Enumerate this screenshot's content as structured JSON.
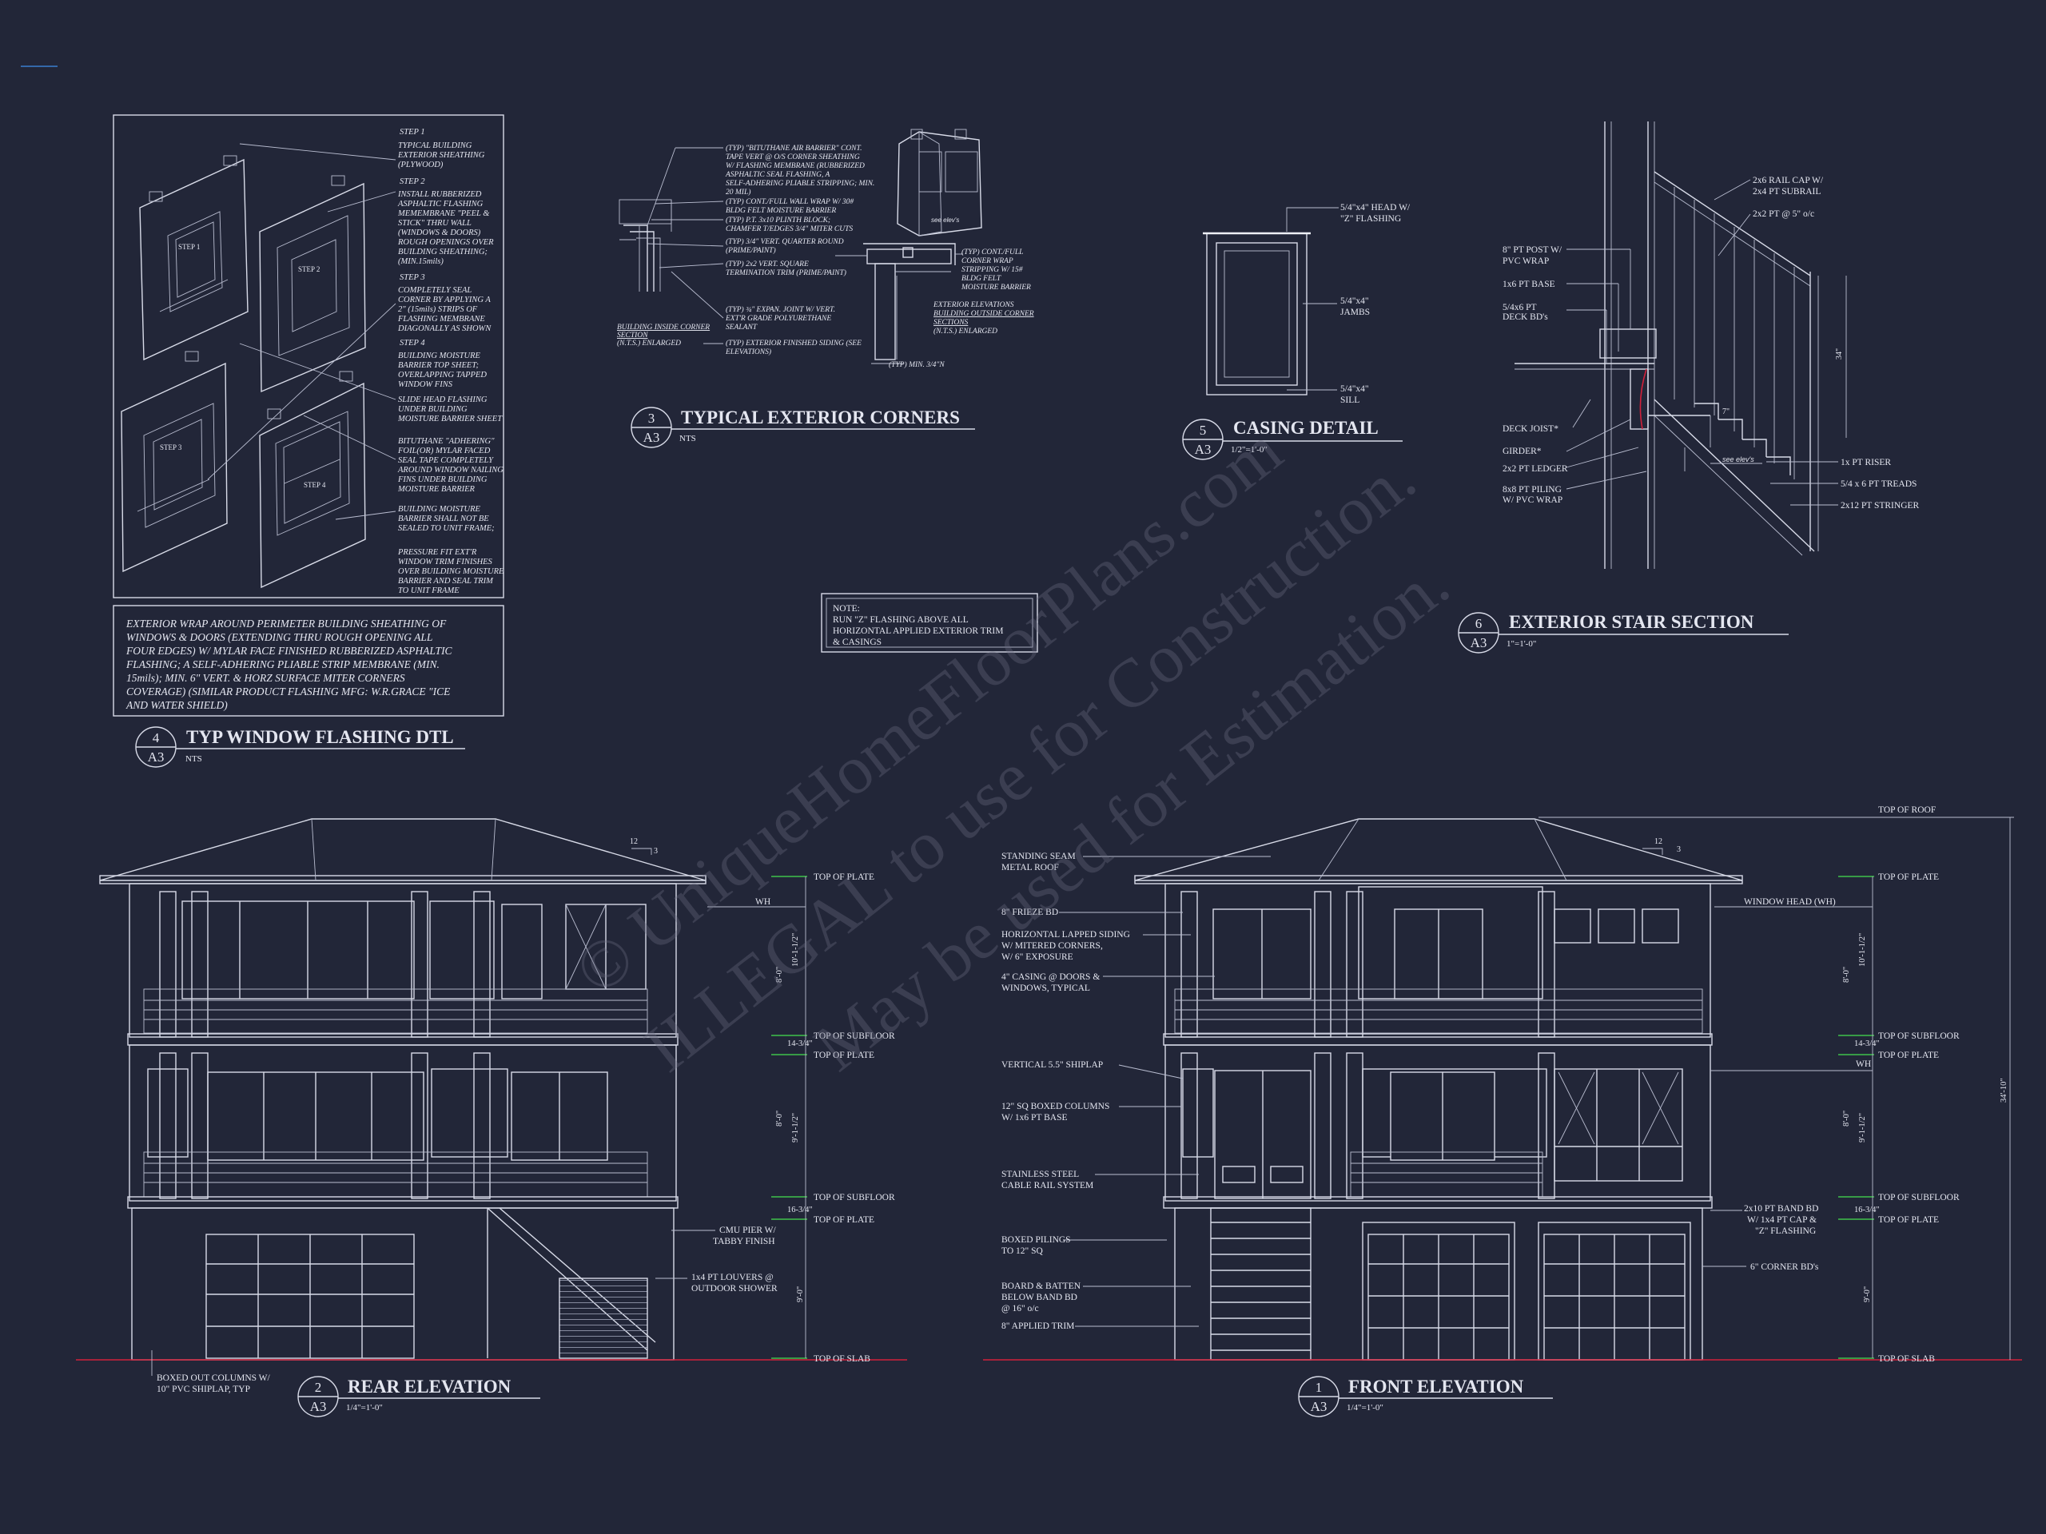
{
  "watermark": {
    "line1": "© UniqueHomeFloorPlans.com",
    "line2": "ILLEGAL to use for Construction.",
    "line3": "May be used for Estimation."
  },
  "details": {
    "window_flashing": {
      "number": "4",
      "sheet": "A3",
      "title": "TYP WINDOW FLASHING DTL",
      "scale": "NTS",
      "steps": [
        {
          "head": "STEP 1",
          "lines": [
            "TYPICAL BUILDING",
            "EXTERIOR SHEATHING",
            "(PLYWOOD)"
          ]
        },
        {
          "head": "STEP 2",
          "lines": [
            "INSTALL RUBBERIZED",
            "ASPHALTIC FLASHING",
            "MEMEMBRANE \"PEEL &",
            "STICK\" THRU WALL",
            "(WINDOWS & DOORS)",
            "ROUGH OPENINGS OVER",
            "BUILDING SHEATHING;",
            "(MIN.15mils)"
          ]
        },
        {
          "head": "STEP 3",
          "lines": [
            "COMPLETELY SEAL",
            "CORNER BY APPLYING A",
            "2\" (15mils) STRIPS OF",
            "FLASHING MEMBRANE",
            "DIAGONALLY AS SHOWN"
          ]
        },
        {
          "head": "STEP 4",
          "lines": [
            "BUILDING MOISTURE",
            "BARRIER TOP SHEET;",
            "OVERLAPPING TAPPED",
            "WINDOW FINS"
          ]
        },
        {
          "head": "",
          "lines": [
            "SLIDE HEAD FLASHING",
            "UNDER BUILDING",
            "MOISTURE BARRIER SHEET"
          ]
        },
        {
          "head": "",
          "lines": [
            "BITUTHANE \"ADHERING\"",
            "FOIL(OR) MYLAR FACED",
            "SEAL TAPE COMPLETELY",
            "AROUND WINDOW NAILING",
            "FINS UNDER BUILDING",
            "MOISTURE BARRIER"
          ]
        },
        {
          "head": "",
          "lines": [
            "BUILDING MOISTURE",
            "BARRIER SHALL NOT BE",
            "SEALED TO UNIT FRAME;"
          ]
        },
        {
          "head": "",
          "lines": [
            "PRESSURE FIT EXT'R",
            "WINDOW TRIM FINISHES",
            "OVER BUILDING MOISTURE",
            "BARRIER AND SEAL TRIM",
            "TO UNIT FRAME"
          ]
        }
      ],
      "iso_labels": [
        "STEP 1",
        "STEP 2",
        "STEP 3",
        "STEP 4"
      ],
      "note_lines": [
        "EXTERIOR WRAP AROUND PERIMETER BUILDING SHEATHING OF",
        "WINDOWS & DOORS (EXTENDING THRU ROUGH OPENING ALL",
        "FOUR EDGES) W/ MYLAR FACE FINISHED RUBBERIZED ASPHALTIC",
        "FLASHING; A SELF-ADHERING PLIABLE STRIP MEMBRANE (MIN.",
        "15mils); MIN. 6\" VERT. & HORZ SURFACE MITER CORNERS",
        "COVERAGE) (SIMILAR PRODUCT FLASHING MFG: W.R.GRACE \"ICE",
        "AND WATER SHIELD)"
      ]
    },
    "corners": {
      "number": "3",
      "sheet": "A3",
      "title": "TYPICAL EXTERIOR CORNERS",
      "scale": "NTS",
      "labels": [
        "(TYP) \"BITUTHANE AIR BARRIER\" CONT.",
        "TAPE VERT @ O/S CORNER SHEATHING",
        "W/ FLASHING MEMBRANE (RUBBERIZED",
        "ASPHALTIC SEAL FLASHING, A",
        "SELF-ADHERING PLIABLE STRIPPING; MIN.",
        "20 MIL)",
        "(TYP) CONT./FULL WALL WRAP W/ 30#",
        "BLDG FELT MOISTURE BARRIER",
        "(TYP) P.T. 3x10 PLINTH BLOCK;",
        "CHAMFER T/EDGES 3/4\" MITER CUTS",
        "(TYP) 3/4\" VERT. QUARTER ROUND",
        "(PRIME/PAINT)",
        "(TYP) 2x2 VERT. SQUARE",
        "TERMINATION TRIM (PRIME/PAINT)",
        "(TYP) ¾\" EXPAN. JOINT W/ VERT.",
        "EXT'R GRADE POLYURETHANE",
        "SEALANT",
        "(TYP) EXTERIOR FINISHED SIDING (SEE",
        "ELEVATIONS)"
      ],
      "inside_note": [
        "BUILDING INSIDE CORNER",
        "SECTION",
        "(N.T.S.) ENLARGED"
      ],
      "outside_labels": [
        "(TYP) CONT./FULL",
        "CORNER WRAP",
        "STRIPPING W/ 15#",
        "BLDG FELT",
        "MOISTURE BARRIER"
      ],
      "outside_note": [
        "EXTERIOR ELEVATIONS",
        "BUILDING OUTSIDE CORNER",
        "SECTIONS",
        "(N.T.S.) ENLARGED"
      ],
      "min_note": "(TYP) MIN. 3/4\"N",
      "see_elevs": "see elev's"
    },
    "casing": {
      "number": "5",
      "sheet": "A3",
      "title": "CASING DETAIL",
      "scale": "1/2\"=1'-0\"",
      "labels": [
        "5/4\"x4\" HEAD W/",
        "\"Z\" FLASHING",
        "5/4\"x4\"",
        "JAMBS",
        "5/4\"x4\"",
        "SILL"
      ]
    },
    "note": {
      "lines": [
        "NOTE:",
        "RUN \"Z\" FLASHING ABOVE ALL",
        "HORIZONTAL APPLIED EXTERIOR TRIM",
        "& CASINGS"
      ]
    },
    "stair": {
      "number": "6",
      "sheet": "A3",
      "title": "EXTERIOR STAIR SECTION",
      "scale": "1\"=1'-0\"",
      "left_labels": [
        "8\" PT POST W/",
        "PVC WRAP",
        "1x6 PT BASE",
        "5/4x6 PT",
        "DECK BD's",
        "DECK JOIST*",
        "GIRDER*",
        "2x2 PT LEDGER",
        "8x8 PT PILING",
        "W/ PVC WRAP"
      ],
      "right_labels": [
        "2x6 RAIL CAP W/",
        "2x4 PT SUBRAIL",
        "2x2 PT @ 5\" o/c",
        "1x PT RISER",
        "5/4 x 6 PT TREADS",
        "2x12 PT STRINGER"
      ],
      "dims": [
        "34\"",
        "7\"",
        "see elev's"
      ]
    },
    "rear": {
      "number": "2",
      "sheet": "A3",
      "title": "REAR ELEVATION",
      "scale": "1/4\"=1'-0\"",
      "levels": [
        "TOP OF PLATE",
        "TOP OF SUBFLOOR",
        "TOP OF PLATE",
        "TOP OF SUBFLOOR",
        "TOP OF PLATE",
        "TOP OF SLAB"
      ],
      "dims": [
        "10'-1-1/2\"",
        "8'-0\"",
        "14-3/4\"",
        "9'-1-1/2\"",
        "8'-0\"",
        "16-3/4\"",
        "9'-0\""
      ],
      "labels": [
        "WH",
        "CMU PIER W/",
        "TABBY FINISH",
        "1x4 PT LOUVERS @",
        "OUTDOOR SHOWER",
        "BOXED OUT COLUMNS W/",
        "10\" PVC SHIPLAP, TYP"
      ],
      "pitch": [
        "12",
        "3"
      ]
    },
    "front": {
      "number": "1",
      "sheet": "A3",
      "title": "FRONT ELEVATION",
      "scale": "1/4\"=1'-0\"",
      "levels": [
        "TOP OF ROOF",
        "TOP OF PLATE",
        "TOP OF SUBFLOOR",
        "TOP OF PLATE",
        "TOP OF SUBFLOOR",
        "TOP OF PLATE",
        "TOP OF SLAB"
      ],
      "dims": [
        "10'-1-1/2\"",
        "8'-0\"",
        "14-3/4\"",
        "9'-1-1/2\"",
        "8'-0\"",
        "16-3/4\"",
        "9'-0\"",
        "34'-10\""
      ],
      "left_labels": [
        "STANDING SEAM",
        "METAL ROOF",
        "8\" FRIEZE BD",
        "HORIZONTAL LAPPED SIDING",
        "W/ MITERED CORNERS,",
        "W/ 6\" EXPOSURE",
        "4\" CASING @ DOORS &",
        "WINDOWS, TYPICAL",
        "VERTICAL 5.5\" SHIPLAP",
        "12\" SQ BOXED COLUMNS",
        "W/ 1x6 PT BASE",
        "STAINLESS STEEL",
        "CABLE RAIL SYSTEM",
        "BOXED PILINGS",
        "TO 12\" SQ",
        "BOARD & BATTEN",
        "BELOW BAND BD",
        "@ 16\" o/c",
        "8\" APPLIED TRIM"
      ],
      "right_labels": [
        "WINDOW HEAD (WH)",
        "WH",
        "2x10 PT BAND BD",
        "W/ 1x4 PT CAP &",
        "\"Z\" FLASHING",
        "6\" CORNER BD's"
      ],
      "pitch": [
        "12",
        "3"
      ]
    }
  }
}
